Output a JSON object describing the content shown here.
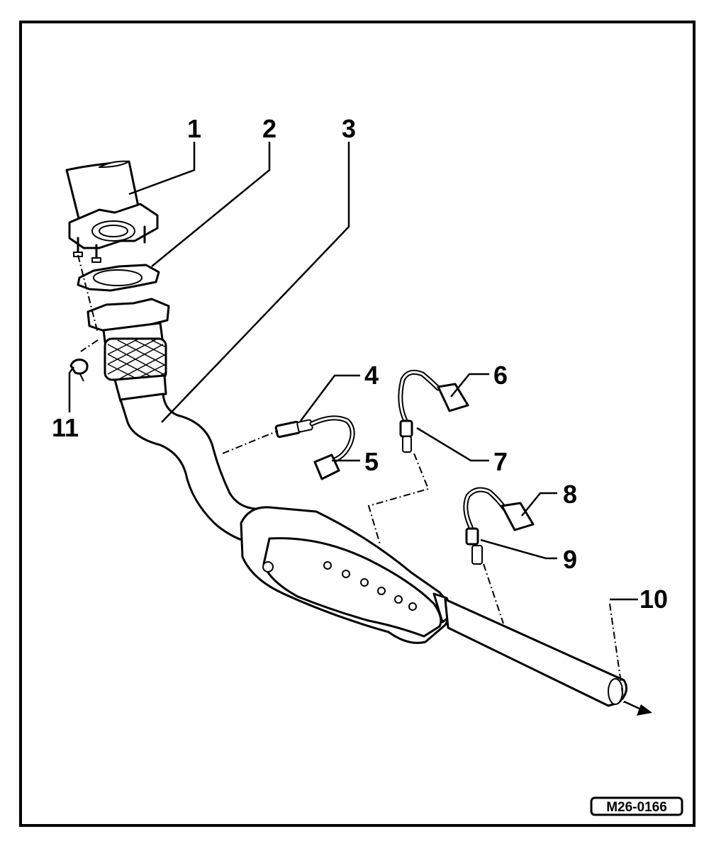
{
  "diagram": {
    "reference_code": "M26-0166",
    "callouts": [
      "1",
      "2",
      "3",
      "4",
      "5",
      "6",
      "7",
      "8",
      "9",
      "10",
      "11"
    ]
  },
  "colors": {
    "ink": "#000000",
    "paper": "#ffffff"
  }
}
